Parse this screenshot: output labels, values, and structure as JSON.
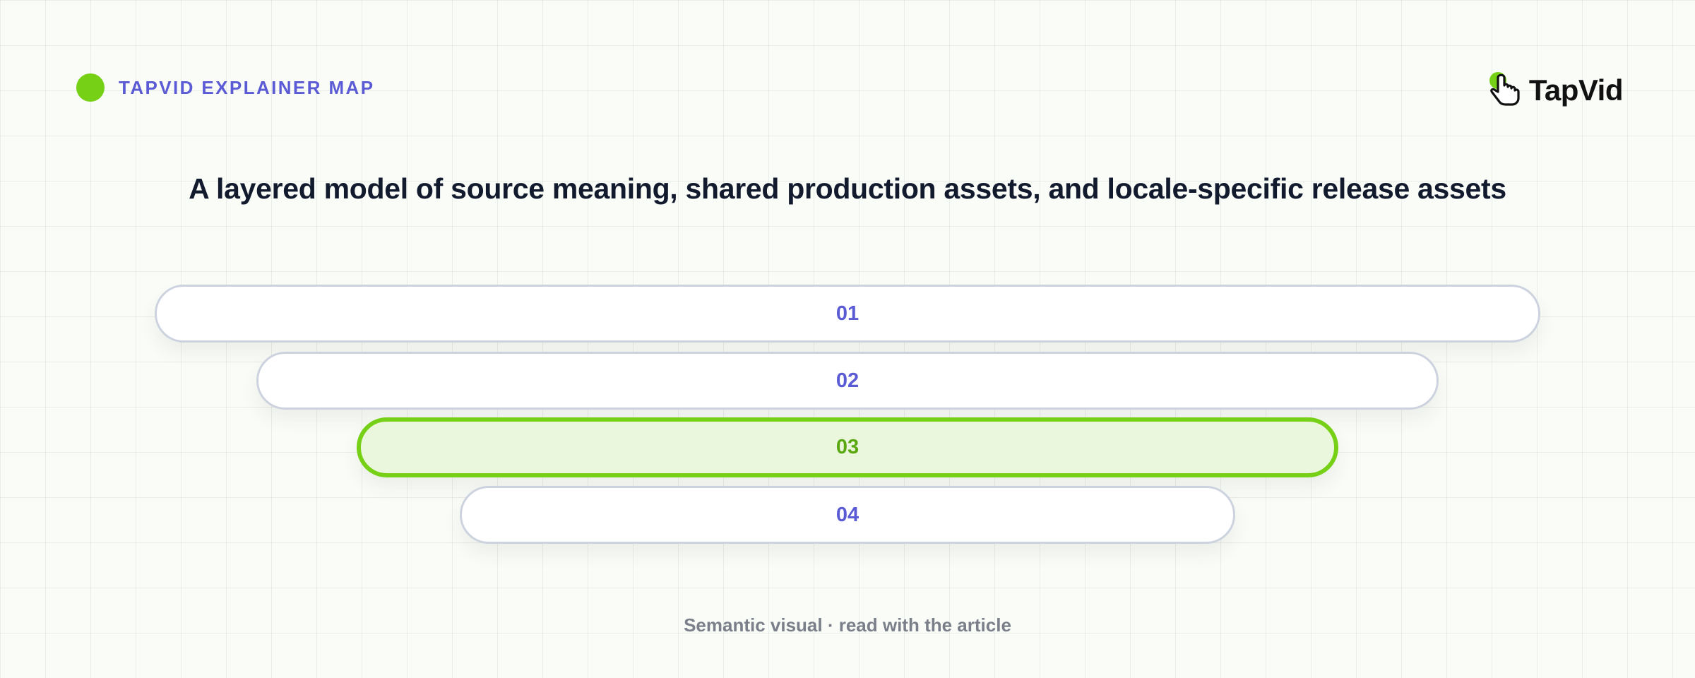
{
  "header": {
    "tag": "TAPVID EXPLAINER MAP",
    "logo_text": "TapVid",
    "logo_icon": "pointer-hand-icon"
  },
  "title": "A layered model of source meaning, shared production assets, and locale-specific release assets",
  "layers": [
    {
      "label": "01",
      "highlighted": false
    },
    {
      "label": "02",
      "highlighted": false
    },
    {
      "label": "03",
      "highlighted": true
    },
    {
      "label": "04",
      "highlighted": false
    }
  ],
  "footer": "Semantic visual · read with the article",
  "colors": {
    "accent_green": "#76d116",
    "accent_purple": "#5b5bd6",
    "title": "#121a2e",
    "highlight_fill": "#eaf7dc"
  }
}
